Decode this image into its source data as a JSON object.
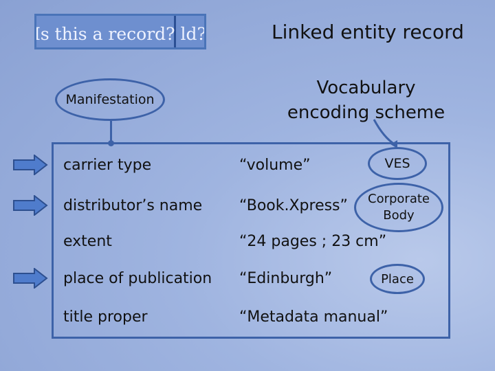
{
  "slide": {
    "title": "Is this a record? ld?",
    "heading": "Linked entity record"
  },
  "entity": {
    "label": "Manifestation"
  },
  "vocab": {
    "line1": "Vocabulary",
    "line2": "encoding scheme",
    "ves_label": "VES"
  },
  "rows": [
    {
      "property": "carrier type",
      "value": "“volume”",
      "arrow": true
    },
    {
      "property": "distributor’s name",
      "value": "“Book.Xpress”",
      "arrow": true
    },
    {
      "property": "extent",
      "value": "“24 pages ; 23 cm”",
      "arrow": false
    },
    {
      "property": "place of publication",
      "value": "“Edinburgh”",
      "arrow": true
    },
    {
      "property": "title proper",
      "value": "“Metadata manual”",
      "arrow": false
    }
  ],
  "links": {
    "corporate_line1": "Corporate",
    "corporate_line2": "Body",
    "place": "Place"
  },
  "colors": {
    "accent": "#3d62a8",
    "arrow_fill": "#4f7ccc",
    "background": "#9fb4e0"
  }
}
